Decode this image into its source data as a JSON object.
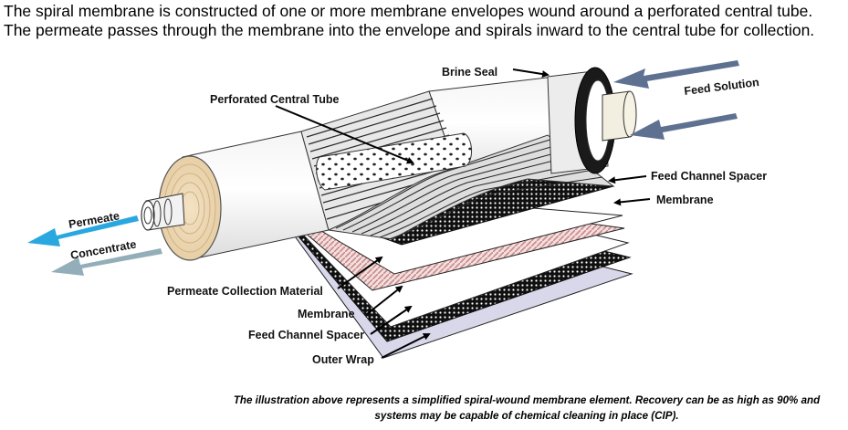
{
  "intro_text": "The spiral membrane is constructed of one or more membrane envelopes wound around a perforated central tube.  The permeate passes through the membrane into the envelope and spirals inward to the central tube for collection.",
  "labels": {
    "brine_seal": "Brine Seal",
    "feed_solution": "Feed Solution",
    "perforated_central_tube": "Perforated Central Tube",
    "feed_channel_spacer_top": "Feed Channel Spacer",
    "membrane_top": "Membrane",
    "permeate": "Permeate",
    "concentrate": "Concentrate",
    "permeate_collection_material": "Permeate Collection Material",
    "membrane_bottom": "Membrane",
    "feed_channel_spacer_bottom": "Feed Channel Spacer",
    "outer_wrap": "Outer Wrap"
  },
  "caption": "The illustration above represents a simplified spiral-wound membrane element. Recovery can be as high as 90% and systems may be capable of chemical cleaning in place (CIP).",
  "colors": {
    "permeate_arrow": "#29a8df",
    "concentrate_arrow": "#93aeb8",
    "feed_arrow": "#5f7191",
    "outer_wrap_sheet": "#d8d8ea",
    "permeate_collection_sheet": "#e3b4b4"
  }
}
